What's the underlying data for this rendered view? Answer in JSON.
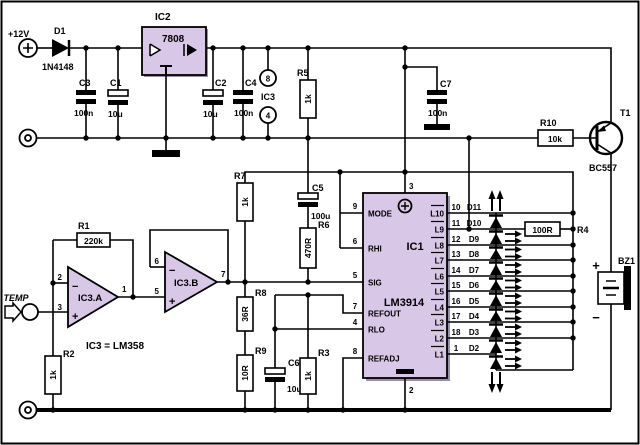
{
  "colors": {
    "ic_fill": "#d8c7e6",
    "wire": "#000000",
    "bg": "#ffffff"
  },
  "power": {
    "v12": "+12V",
    "d1": "D1",
    "d1_part": "1N4148",
    "ic2": "IC2",
    "ic2_part": "7808",
    "c3": "C3",
    "c3_val": "100n",
    "c1": "C1",
    "c1_val": "10u",
    "c2": "C2",
    "c2_val": "10u",
    "c4": "C4",
    "c4_val": "100n",
    "ic3_pwr": "IC3",
    "ic3_pin_top": "8",
    "ic3_pin_bot": "4",
    "r5": "R5",
    "r5_val": "1k",
    "c7": "C7",
    "c7_val": "100n"
  },
  "input": {
    "temp": "TEMP",
    "r1": "R1",
    "r1_val": "220k",
    "r2": "R2",
    "r2_val": "1k",
    "opamp_a": "IC3.A",
    "opamp_b": "IC3.B",
    "note": "IC3 = LM358",
    "a_inv": "2",
    "a_nin": "3",
    "a_out": "1",
    "b_inv": "6",
    "b_nin": "5",
    "b_out": "7",
    "minus": "−",
    "plus": "+"
  },
  "filter": {
    "r7": "R7",
    "r7_val": "1k",
    "c5": "C5",
    "c5_val": "100u",
    "r6": "R6",
    "r6_val": "470R",
    "r8": "R8",
    "r8_val": "36R",
    "r9": "R9",
    "r9_val": "10R",
    "c6": "C6",
    "c6_val": "10u",
    "r3": "R3",
    "r3_val": "1k"
  },
  "driver": {
    "name": "IC1",
    "part": "LM3914",
    "pin_top": "3",
    "pin_bottom": "2",
    "left_pins": [
      {
        "num": "9",
        "name": "MODE"
      },
      {
        "num": "6",
        "name": "RHI"
      },
      {
        "num": "5",
        "name": "SIG"
      },
      {
        "num": "7",
        "name": "REFOUT"
      },
      {
        "num": "4",
        "name": "RLO"
      },
      {
        "num": "8",
        "name": "REFADJ"
      }
    ],
    "led_rows": [
      {
        "pin": "10",
        "l": "L10",
        "d": "D11"
      },
      {
        "pin": "11",
        "l": "L9",
        "d": "D10"
      },
      {
        "pin": "12",
        "l": "L8",
        "d": "D9"
      },
      {
        "pin": "13",
        "l": "L7",
        "d": "D8"
      },
      {
        "pin": "14",
        "l": "L6",
        "d": "D7"
      },
      {
        "pin": "15",
        "l": "L5",
        "d": "D6"
      },
      {
        "pin": "16",
        "l": "L4",
        "d": "D5"
      },
      {
        "pin": "17",
        "l": "L3",
        "d": "D4"
      },
      {
        "pin": "18",
        "l": "L2",
        "d": "D3"
      },
      {
        "pin": "1",
        "l": "L1",
        "d": "D2"
      }
    ]
  },
  "alarm": {
    "r10": "R10",
    "r10_val": "10k",
    "t1": "T1",
    "t1_part": "BC557",
    "r4": "R4",
    "r4_val": "100R",
    "bz1": "BZ1",
    "plus": "+",
    "minus": "−"
  }
}
